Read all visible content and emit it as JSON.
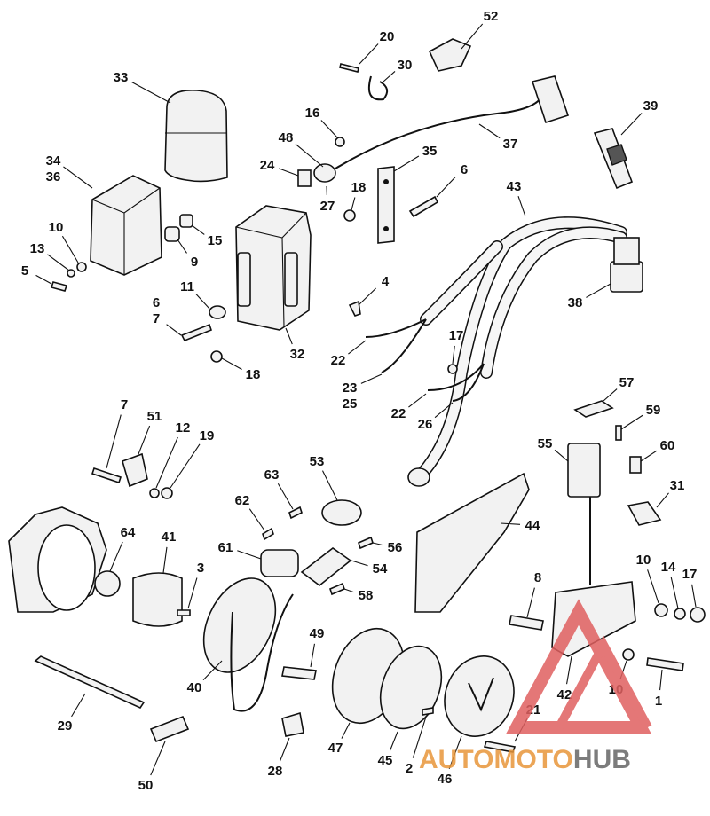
{
  "callouts": [
    {
      "id": "c-52",
      "label": "52"
    },
    {
      "id": "c-20",
      "label": "20"
    },
    {
      "id": "c-30",
      "label": "30"
    },
    {
      "id": "c-33",
      "label": "33"
    },
    {
      "id": "c-39",
      "label": "39"
    },
    {
      "id": "c-16",
      "label": "16"
    },
    {
      "id": "c-48",
      "label": "48"
    },
    {
      "id": "c-37",
      "label": "37"
    },
    {
      "id": "c-24",
      "label": "24"
    },
    {
      "id": "c-35",
      "label": "35"
    },
    {
      "id": "c-34",
      "label": "34"
    },
    {
      "id": "c-36",
      "label": "36"
    },
    {
      "id": "c-6a",
      "label": "6"
    },
    {
      "id": "c-18a",
      "label": "18"
    },
    {
      "id": "c-27",
      "label": "27"
    },
    {
      "id": "c-43",
      "label": "43"
    },
    {
      "id": "c-10a",
      "label": "10"
    },
    {
      "id": "c-15",
      "label": "15"
    },
    {
      "id": "c-9",
      "label": "9"
    },
    {
      "id": "c-13",
      "label": "13"
    },
    {
      "id": "c-5",
      "label": "5"
    },
    {
      "id": "c-4",
      "label": "4"
    },
    {
      "id": "c-38",
      "label": "38"
    },
    {
      "id": "c-11",
      "label": "11"
    },
    {
      "id": "c-6b",
      "label": "6"
    },
    {
      "id": "c-7a",
      "label": "7"
    },
    {
      "id": "c-17a",
      "label": "17"
    },
    {
      "id": "c-22a",
      "label": "22"
    },
    {
      "id": "c-32",
      "label": "32"
    },
    {
      "id": "c-18b",
      "label": "18"
    },
    {
      "id": "c-23",
      "label": "23"
    },
    {
      "id": "c-25",
      "label": "25"
    },
    {
      "id": "c-57",
      "label": "57"
    },
    {
      "id": "c-22b",
      "label": "22"
    },
    {
      "id": "c-59",
      "label": "59"
    },
    {
      "id": "c-26",
      "label": "26"
    },
    {
      "id": "c-7b",
      "label": "7"
    },
    {
      "id": "c-51",
      "label": "51"
    },
    {
      "id": "c-12",
      "label": "12"
    },
    {
      "id": "c-19",
      "label": "19"
    },
    {
      "id": "c-55",
      "label": "55"
    },
    {
      "id": "c-60",
      "label": "60"
    },
    {
      "id": "c-63",
      "label": "63"
    },
    {
      "id": "c-53",
      "label": "53"
    },
    {
      "id": "c-31",
      "label": "31"
    },
    {
      "id": "c-62",
      "label": "62"
    },
    {
      "id": "c-44",
      "label": "44"
    },
    {
      "id": "c-64",
      "label": "64"
    },
    {
      "id": "c-41",
      "label": "41"
    },
    {
      "id": "c-61",
      "label": "61"
    },
    {
      "id": "c-56",
      "label": "56"
    },
    {
      "id": "c-54",
      "label": "54"
    },
    {
      "id": "c-10b",
      "label": "10"
    },
    {
      "id": "c-14",
      "label": "14"
    },
    {
      "id": "c-17b",
      "label": "17"
    },
    {
      "id": "c-3",
      "label": "3"
    },
    {
      "id": "c-8",
      "label": "8"
    },
    {
      "id": "c-58",
      "label": "58"
    },
    {
      "id": "c-49",
      "label": "49"
    },
    {
      "id": "c-40",
      "label": "40"
    },
    {
      "id": "c-42",
      "label": "42"
    },
    {
      "id": "c-10c",
      "label": "10"
    },
    {
      "id": "c-1",
      "label": "1"
    },
    {
      "id": "c-21",
      "label": "21"
    },
    {
      "id": "c-29",
      "label": "29"
    },
    {
      "id": "c-47",
      "label": "47"
    },
    {
      "id": "c-45",
      "label": "45"
    },
    {
      "id": "c-2",
      "label": "2"
    },
    {
      "id": "c-28",
      "label": "28"
    },
    {
      "id": "c-50",
      "label": "50"
    },
    {
      "id": "c-46",
      "label": "46"
    }
  ],
  "watermark": {
    "part1": "AUTO",
    "part2": "MOTO",
    "part3": "HUB",
    "color_primary": "#e8963a",
    "color_secondary": "#666666",
    "triangle_color": "#e06060"
  },
  "colors": {
    "line": "#111111",
    "background": "#ffffff"
  }
}
